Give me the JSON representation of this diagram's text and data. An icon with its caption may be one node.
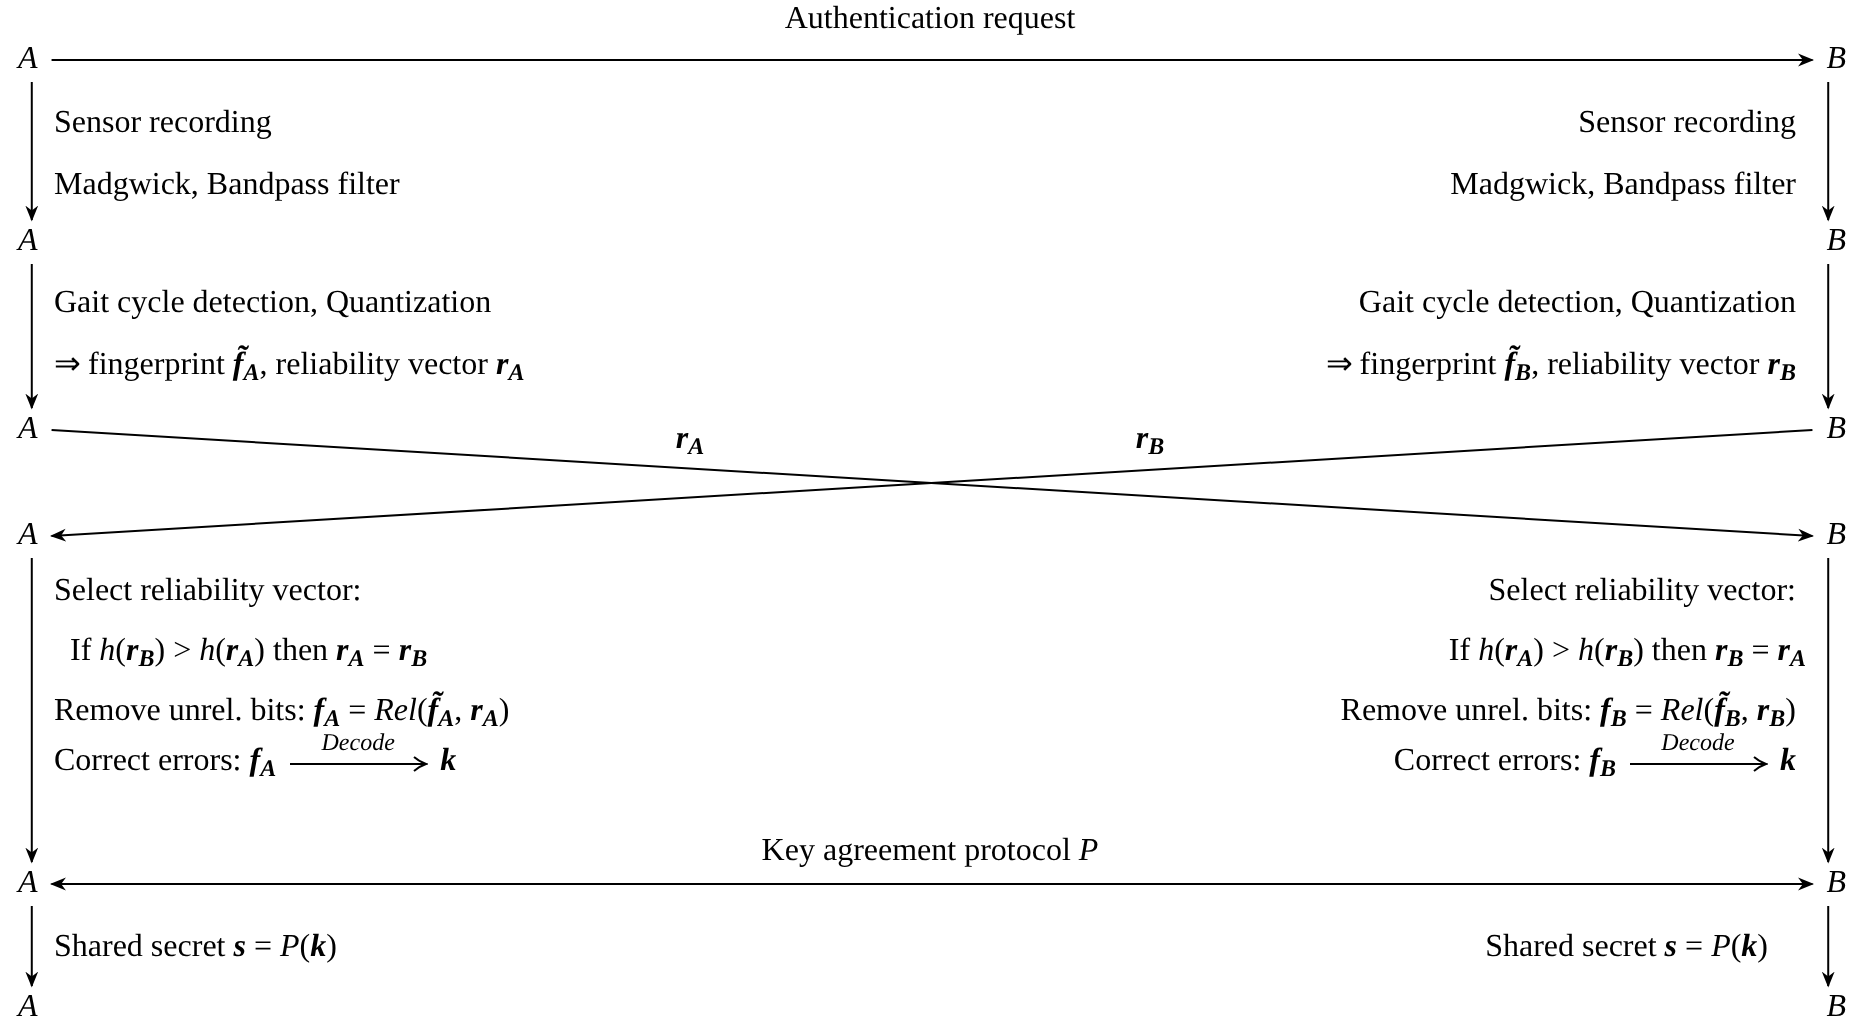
{
  "diagram": {
    "nodes": [
      {
        "text": [
          "A"
        ]
      },
      {
        "text": [
          "B"
        ]
      },
      {
        "text": [
          "A"
        ]
      },
      {
        "text": [
          "B"
        ]
      },
      {
        "text": [
          "A"
        ]
      },
      {
        "text": [
          "B"
        ]
      },
      {
        "text": [
          "A"
        ]
      },
      {
        "text": [
          "B"
        ]
      },
      {
        "text": [
          "A"
        ]
      },
      {
        "text": [
          "B"
        ]
      },
      {
        "text": [
          "A"
        ]
      },
      {
        "text": [
          "B"
        ]
      }
    ],
    "edges": [
      {
        "from": 0,
        "to": 1,
        "arrow": "to",
        "label": "Authentication request"
      },
      {
        "from": 0,
        "to": 2,
        "arrow": "to"
      },
      {
        "from": 1,
        "to": 3,
        "arrow": "to"
      },
      {
        "from": 2,
        "to": 4,
        "arrow": "to"
      },
      {
        "from": 3,
        "to": 5,
        "arrow": "to"
      },
      {
        "from": 4,
        "to": 7,
        "arrow": "to",
        "label": "r$_{A}$"
      },
      {
        "from": 5,
        "to": 6,
        "arrow": "to",
        "label": "r$_{B}$"
      },
      {
        "from": 6,
        "to": 8,
        "arrow": "to"
      },
      {
        "from": 7,
        "to": 9,
        "arrow": "to"
      },
      {
        "from": 8,
        "to": 9,
        "arrow": "both",
        "label": "Key agreement protocol *P*"
      },
      {
        "from": 8,
        "to": 10,
        "arrow": "to"
      },
      {
        "from": 9,
        "to": 11,
        "arrow": "to"
      }
    ],
    "labels": [
      "Sensor recording",
      "Sensor recording",
      "Madgwick, Bandpass filter",
      "Madgwick, Bandpass filter",
      "Gait cycle detection, Quantization",
      "Gait cycle detection, Quantization",
      "⇒ fingerprint **f̃**$_{A}$, reliability vector **r**$_{A}$",
      "⇒ fingerprint **f̃**$_{B}$, reliability vector **r**$_{B}$",
      "Select reliability vector:",
      "Select reliability vector:",
      "If *h*(**r**$_{B}$) > *h*(**r**$_{A}$) then **r**$_{A}$ = **r**$_{B}$",
      "If *h*(**r**$_{A}$) > *h*(**r**$_{B}$) then **r**$_{B}$ = **r**$_{A}$",
      "Remove unrel. bits: **f**$_{A}$ = *Rel*(**f̃**$_{A}$, **r**$_{A}$)",
      "Remove unrel. bits: **f**$_{B}$ = *Rel*(**f̃**$_{B}$, **r**$_{B}$)",
      "Correct errors: **f**$_{A}$",
      "Decode",
      "k",
      "Correct errors: **f**$_{B}$",
      "Decode",
      "k",
      "Shared secret **s** = *P*(**k**)",
      "Shared secret **s** = *P*(**k**)"
    ]
  }
}
